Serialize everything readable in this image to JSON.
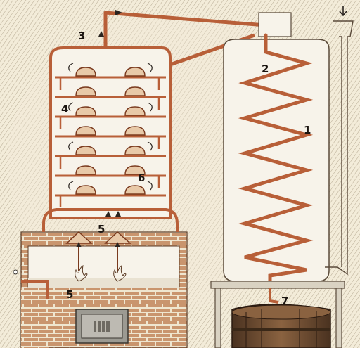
{
  "callouts": {
    "n1": "1",
    "n2": "2",
    "n3": "3",
    "n4": "4",
    "n5a": "5",
    "n5b": "5",
    "n6": "6",
    "n7": "7"
  },
  "colors": {
    "paper": "#f3ecd9",
    "hatch": "#8a7a5e",
    "copper": "#b85f38",
    "copper_dark": "#7a3a1e",
    "brick": "#c9956e",
    "mortar": "#efe6d0",
    "vessel": "#f7f3ea",
    "stone": "#9c9a92",
    "wood": "#6b4a2c"
  },
  "icons": [
    "arrow-up-icon",
    "arrow-down-icon",
    "flame-icon",
    "barrel-icon",
    "furnace-door-icon"
  ]
}
